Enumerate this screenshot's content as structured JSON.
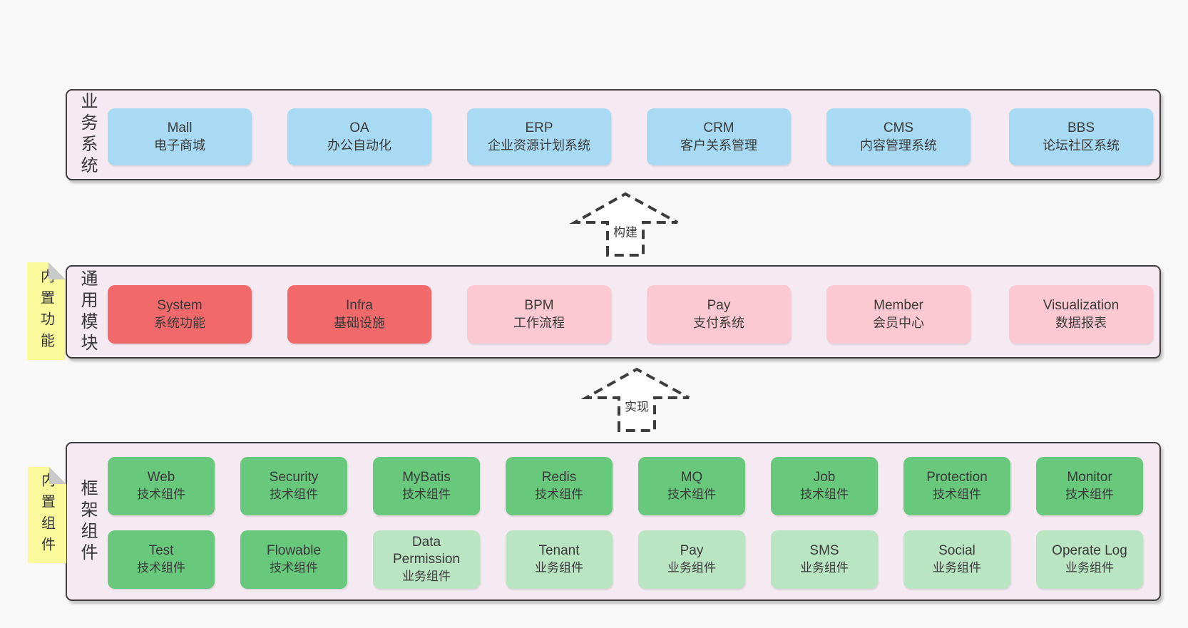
{
  "colors": {
    "canvas": "#f8f8f8",
    "band_bg": "#f6eaf2",
    "band_border": "#3f3f3f",
    "box_blue": "#a8daf4",
    "box_red": "#f2696c",
    "box_pink": "#fcc8d2",
    "box_green": "#68c87c",
    "box_lightgreen": "#b9e5c3",
    "note_yellow": "#fafa9d",
    "note_fold": "#c9c9c9",
    "text": "#3a3a3a",
    "arrow": "#3d3d3d"
  },
  "arrows": [
    {
      "label": "构建"
    },
    {
      "label": "实现"
    }
  ],
  "bands": [
    {
      "title": "业务系统",
      "boxes": [
        {
          "name": "Mall",
          "subtitle": "电子商城"
        },
        {
          "name": "OA",
          "subtitle": "办公自动化"
        },
        {
          "name": "ERP",
          "subtitle": "企业资源计划系统"
        },
        {
          "name": "CRM",
          "subtitle": "客户关系管理"
        },
        {
          "name": "CMS",
          "subtitle": "内容管理系统"
        },
        {
          "name": "BBS",
          "subtitle": "论坛社区系统"
        }
      ]
    },
    {
      "title": "通用模块",
      "note": "内置功能",
      "boxes": [
        {
          "name": "System",
          "subtitle": "系统功能"
        },
        {
          "name": "Infra",
          "subtitle": "基础设施"
        },
        {
          "name": "BPM",
          "subtitle": "工作流程"
        },
        {
          "name": "Pay",
          "subtitle": "支付系统"
        },
        {
          "name": "Member",
          "subtitle": "会员中心"
        },
        {
          "name": "Visualization",
          "subtitle": "数据报表"
        }
      ]
    },
    {
      "title": "框架组件",
      "note": "内置组件",
      "rows": [
        {
          "boxes": [
            {
              "name": "Web",
              "subtitle": "技术组件"
            },
            {
              "name": "Security",
              "subtitle": "技术组件"
            },
            {
              "name": "MyBatis",
              "subtitle": "技术组件"
            },
            {
              "name": "Redis",
              "subtitle": "技术组件"
            },
            {
              "name": "MQ",
              "subtitle": "技术组件"
            },
            {
              "name": "Job",
              "subtitle": "技术组件"
            },
            {
              "name": "Protection",
              "subtitle": "技术组件"
            },
            {
              "name": "Monitor",
              "subtitle": "技术组件"
            }
          ]
        },
        {
          "boxes": [
            {
              "name": "Test",
              "subtitle": "技术组件"
            },
            {
              "name": "Flowable",
              "subtitle": "技术组件"
            },
            {
              "name": "Data Permission",
              "subtitle": "业务组件"
            },
            {
              "name": "Tenant",
              "subtitle": "业务组件"
            },
            {
              "name": "Pay",
              "subtitle": "业务组件"
            },
            {
              "name": "SMS",
              "subtitle": "业务组件"
            },
            {
              "name": "Social",
              "subtitle": "业务组件"
            },
            {
              "name": "Operate Log",
              "subtitle": "业务组件"
            }
          ]
        }
      ]
    }
  ]
}
